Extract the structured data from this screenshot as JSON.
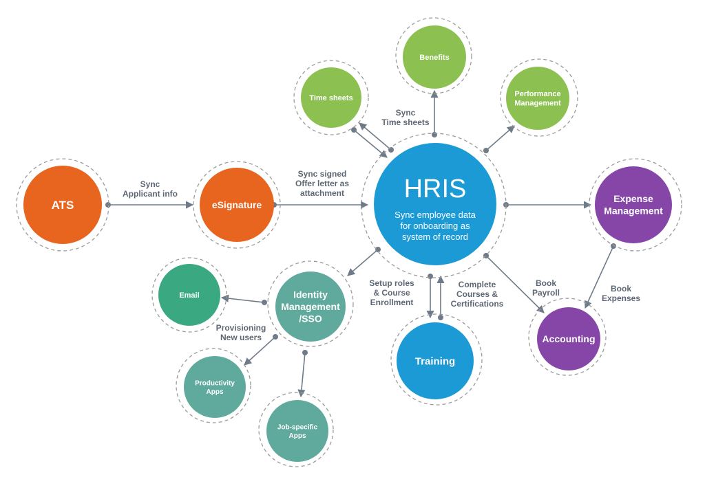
{
  "colors": {
    "orange": "#e8651f",
    "blue": "#1b9ad6",
    "green": "#8cc152",
    "teal": "#5faa9c",
    "teal_dark": "#3aa982",
    "purple": "#8646a8",
    "edge": "#6f7b88",
    "text": "#5d6773"
  },
  "nodes": {
    "hris": {
      "title": "HRIS",
      "subtitle": [
        "Sync employee data",
        "for onboarding as",
        "system of record"
      ]
    },
    "ats": {
      "label": [
        "ATS"
      ]
    },
    "esignature": {
      "label": [
        "eSignature"
      ]
    },
    "benefits": {
      "label": [
        "Benefits"
      ]
    },
    "time_sheets": {
      "label": [
        "Time sheets"
      ]
    },
    "performance": {
      "label": [
        "Performance",
        "Management"
      ]
    },
    "expense": {
      "label": [
        "Expense",
        "Management"
      ]
    },
    "accounting": {
      "label": [
        "Accounting"
      ]
    },
    "training": {
      "label": [
        "Training"
      ]
    },
    "identity": {
      "label": [
        "Identity",
        "Management",
        "/SSO"
      ]
    },
    "email": {
      "label": [
        "Email"
      ]
    },
    "productivity": {
      "label": [
        "Productivity",
        "Apps"
      ]
    },
    "job_specific": {
      "label": [
        "Job-specific",
        "Apps"
      ]
    }
  },
  "edge_labels": {
    "sync_applicant": [
      "Sync",
      "Applicant info"
    ],
    "sync_offer": [
      "Sync signed",
      "Offer letter as",
      "attachment"
    ],
    "sync_timesheets": [
      "Sync",
      "Time sheets"
    ],
    "setup_roles": [
      "Setup roles",
      "& Course",
      "Enrollment"
    ],
    "complete_courses": [
      "Complete",
      "Courses &",
      "Certifications"
    ],
    "book_payroll": [
      "Book",
      "Payroll"
    ],
    "book_expenses": [
      "Book",
      "Expenses"
    ],
    "provisioning": [
      "Provisioning",
      "New users"
    ]
  }
}
